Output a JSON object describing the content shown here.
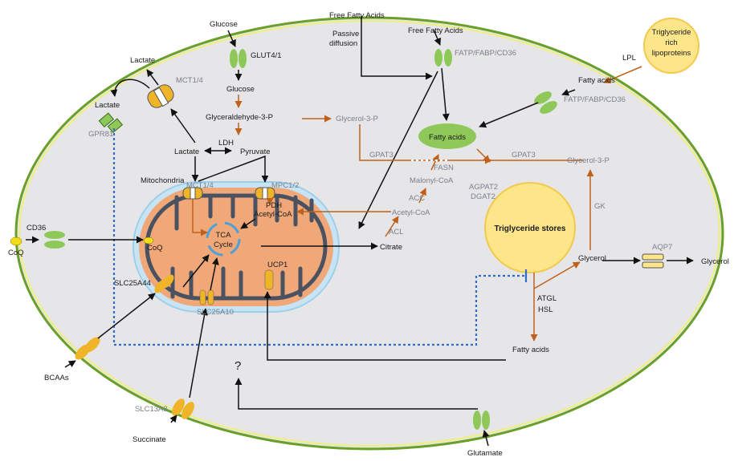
{
  "colors": {
    "cell_fill": "#e6e6e9",
    "cell_border_outer": "#6a9f2a",
    "cell_border_inner": "#eef07a",
    "mito_outer": "#f0a878",
    "mito_membrane": "#4a5262",
    "mito_halo": "#9ecfea",
    "lipid": "#fde58a",
    "lipid_border": "#f2c94c",
    "transporter_green": "#8ec859",
    "transporter_orange": "#f0b429",
    "arrow_black": "#111111",
    "arrow_orange": "#c0601a",
    "dotted_blue": "#2f6ec8"
  },
  "labels": {
    "glucose_out": "Glucose",
    "glut": "GLUT4/1",
    "glucose_in": "Glucose",
    "g3p_glycolysis": "Glyceraldehyde-3-P",
    "glycerol3p_left": "Glycerol-3-P",
    "ldh": "LDH",
    "lactate_in": "Lactate",
    "pyruvate": "Pyruvate",
    "lactate_top": "Lactate",
    "mct_cell": "MCT1/4",
    "lactate_left": "Lactate",
    "gpr81": "GPR81",
    "ffa_top": "Free Fatty Acids",
    "passive": "Passive",
    "diffusion": "diffusion",
    "ffa_top2": "Free Fatty Acids",
    "fatp_top": "FATP/FABP/CD36",
    "trl1": "Triglyceride",
    "trl2": "rich",
    "trl3": "lipoproteins",
    "lpl": "LPL",
    "fatty_acids_right": "Fatty acids",
    "fatp_right": "FATP/FABP/CD36",
    "fatty_acids_center": "Fatty acids",
    "gpat3_left": "GPAT3",
    "gpat3_right": "GPAT3",
    "glycerol3p_right": "Glycerol-3-P",
    "fasn": "FASN",
    "malonyl": "Malonyl-CoA",
    "acc": "ACC",
    "agpat2": "AGPAT2",
    "dgat2": "DGAT2",
    "acetylcoa_cyto": "Acetyl-CoA",
    "acl": "ACL",
    "citrate": "Citrate",
    "tg_stores": "Triglyceride stores",
    "gk": "GK",
    "glycerol_in": "Glycerol",
    "aqp7": "AQP7",
    "glycerol_out": "Glycerol",
    "atgl": "ATGL",
    "hsl": "HSL",
    "fatty_acids_bottom": "Fatty acids",
    "mitochondria": "Mitochondria",
    "mct_mito": "MCT1/4",
    "mpc": "MPC1/2",
    "pdh": "PDH",
    "acetylcoa_mito": "Acetyl-CoA",
    "tca1": "TCA",
    "tca2": "Cycle",
    "coq_mito": "CoQ",
    "ucp1": "UCP1",
    "slc25a44": "SLC25A44",
    "slc25a10": "SLC25A10",
    "cd36": "CD36",
    "coq_out": "CoQ",
    "bcaas": "BCAAs",
    "slc13a3": "SLC13A3",
    "succinate": "Succinate",
    "question": "?",
    "glutamate": "Glutamate"
  }
}
